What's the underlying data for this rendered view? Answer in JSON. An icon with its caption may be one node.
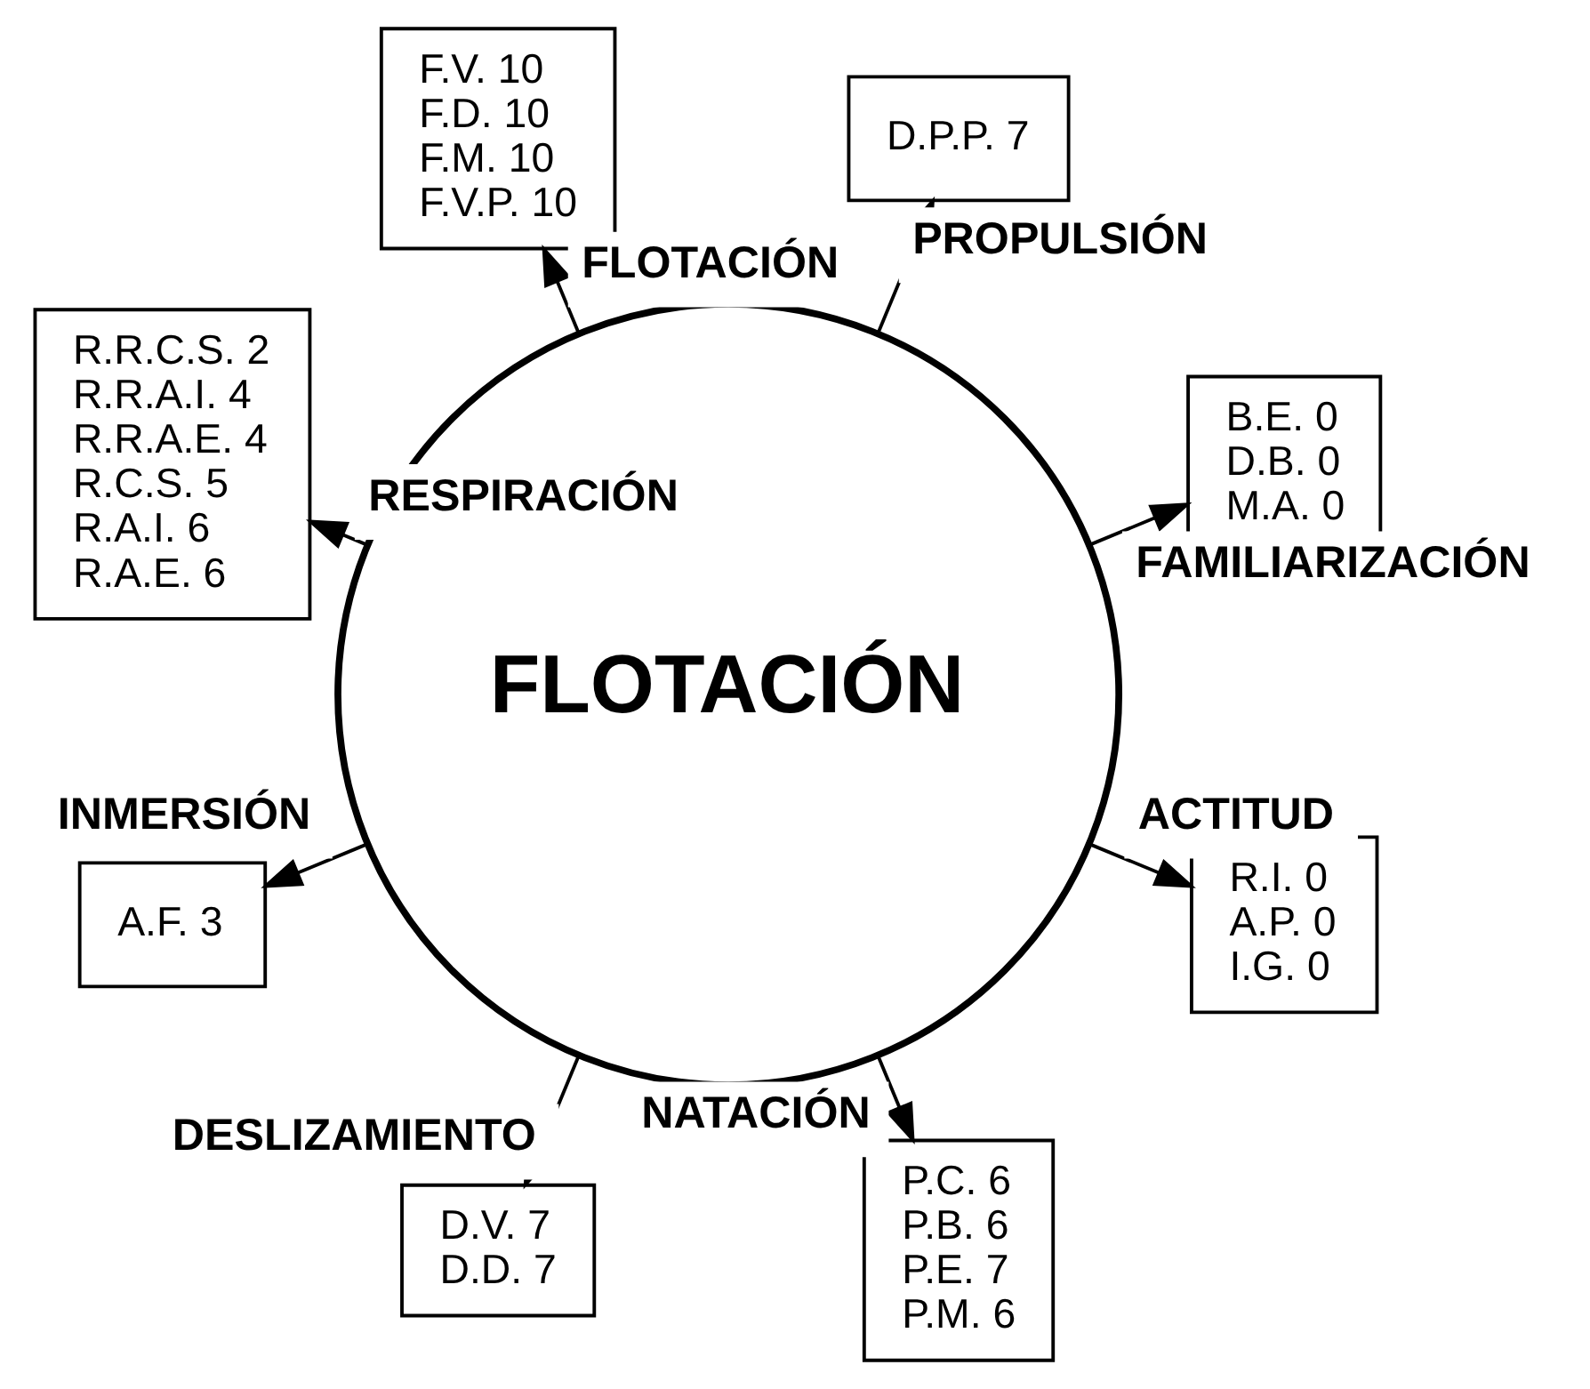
{
  "diagram": {
    "nodes": [
      {
        "text": [
          "FLOTACIÓN"
        ]
      },
      {
        "text": [
          "B.E. 0",
          "D.B. 0",
          "M.A. 0"
        ]
      },
      {
        "text": [
          "D.P.P. 7"
        ]
      },
      {
        "text": [
          "F.V. 10",
          "F.D. 10",
          "F.M. 10",
          "F.V.P. 10"
        ]
      },
      {
        "text": [
          "R.R.C.S. 2",
          "R.R.A.I. 4",
          "R.R.A.E. 4",
          "R.C.S. 5",
          "R.A.I. 6",
          "R.A.E. 6"
        ]
      },
      {
        "text": [
          "A.F. 3"
        ]
      },
      {
        "text": [
          "D.V. 7",
          "D.D. 7"
        ]
      },
      {
        "text": [
          "P.C. 6",
          "P.B. 6",
          "P.E. 7",
          "P.M. 6"
        ]
      },
      {
        "text": [
          "R.I. 0",
          "A.P. 0",
          "I.G. 0"
        ]
      }
    ],
    "edges": [
      {
        "from": 0,
        "to": 1,
        "arrow": "to",
        "label": "FAMILIARIZACIÓN"
      },
      {
        "from": 0,
        "to": 2,
        "arrow": "to",
        "label": "PROPULSIÓN"
      },
      {
        "from": 0,
        "to": 3,
        "arrow": "to",
        "label": "FLOTACIÓN"
      },
      {
        "from": 0,
        "to": 4,
        "arrow": "to",
        "label": "RESPIRACIÓN"
      },
      {
        "from": 0,
        "to": 5,
        "arrow": "to",
        "label": "INMERSIÓN"
      },
      {
        "from": 0,
        "to": 6,
        "arrow": "to",
        "label": "DESLIZAMIENTO"
      },
      {
        "from": 0,
        "to": 7,
        "arrow": "to",
        "label": "NATACIÓN"
      },
      {
        "from": 0,
        "to": 8,
        "arrow": "to",
        "label": "ACTITUD"
      }
    ]
  }
}
